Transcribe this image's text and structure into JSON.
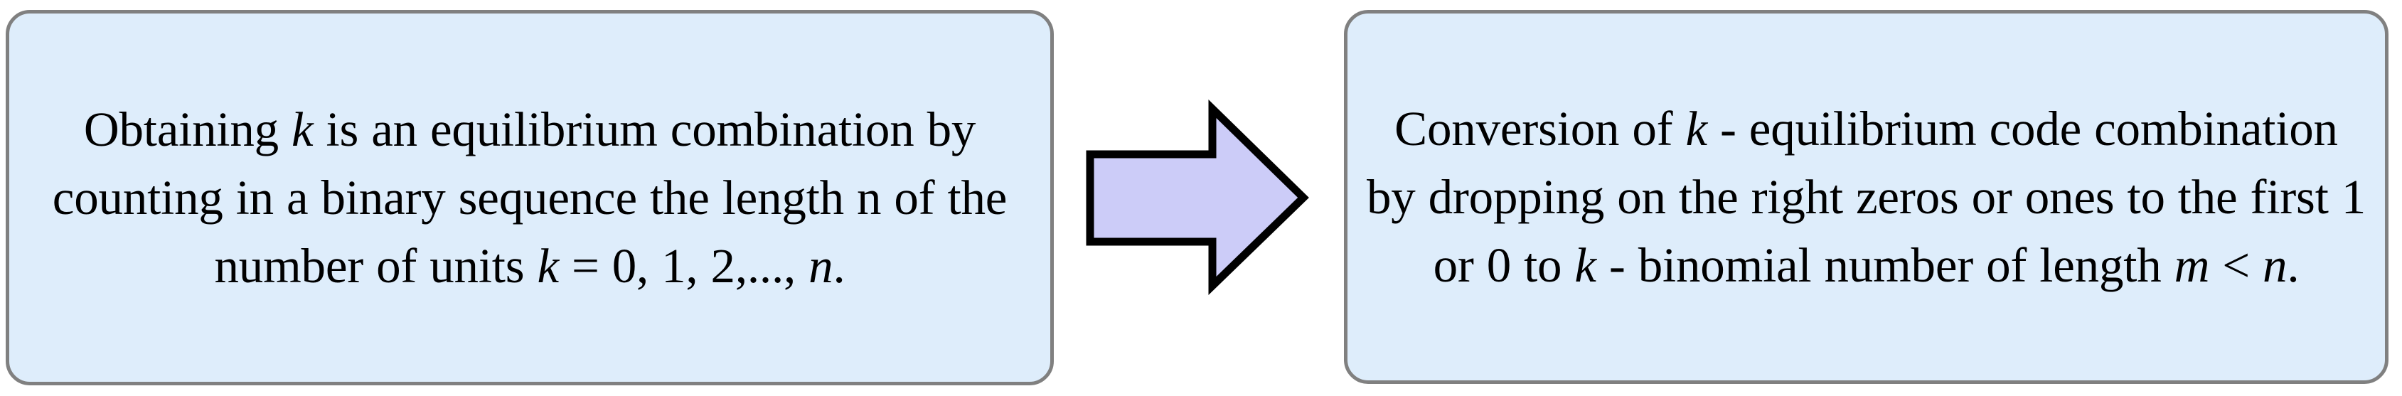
{
  "diagram": {
    "type": "two-step-process-flow",
    "background_color": "#ffffff",
    "box_fill_color": "#deedfb",
    "box_border_color": "#808080",
    "arrow_fill_color": "#ccccf8",
    "arrow_outline_color": "#000000",
    "text_color": "#000000"
  },
  "left_box": {
    "line1_a": "Obtaining ",
    "line1_var": "k",
    "line1_b": " is an equilibrium",
    "line2": "combination by counting in a binary",
    "line3": "sequence the length n of the number",
    "line4_a": "of units ",
    "line4_var": "k",
    "line4_b": " = 0, 1, 2,..., ",
    "line4_var2": "n",
    "line4_c": ".",
    "full_text": "Obtaining k is an equilibrium combination by counting in a binary sequence the length n of the number of units k = 0, 1, 2,..., n."
  },
  "arrow": {
    "label": "",
    "direction": "right",
    "icon": "block-arrow-right-icon"
  },
  "right_box": {
    "line1_a": "Conversion of ",
    "line1_var": "k",
    "line1_b": " - equilibrium code",
    "line2": "combination by dropping on the right",
    "line3_a": "zeros or ones to the first 1 or 0 to ",
    "line3_var": "k",
    "line3_b": " -",
    "line4_a": "binomial number of length ",
    "line4_var": "m",
    "line4_b": " < ",
    "line4_var2": "n",
    "line4_c": ".",
    "full_text": "Conversion of k - equilibrium code combination by dropping on the right zeros or ones to the first 1 or 0 to k - binomial number of length m < n."
  }
}
